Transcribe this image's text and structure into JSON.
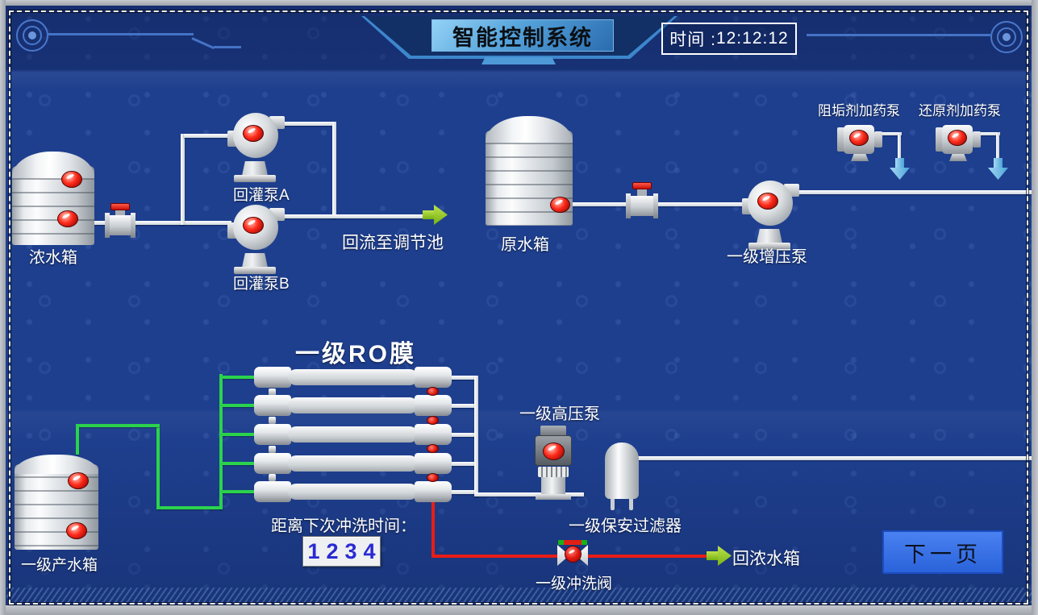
{
  "header": {
    "title": "智能控制系统",
    "time_label": "时间 :",
    "time_value": "12:12:12"
  },
  "station1": {
    "tank_label": "浓水箱",
    "pump_a_label": "回灌泵A",
    "pump_b_label": "回灌泵B",
    "flow_label": "回流至调节池"
  },
  "station2": {
    "tank_label": "原水箱",
    "pump_label": "一级增压泵"
  },
  "dosing": {
    "pump1_label": "阻垢剂加药泵",
    "pump2_label": "还原剂加药泵"
  },
  "ro": {
    "title": "一级RO膜",
    "high_pressure_pump_label": "一级高压泵",
    "filter_label": "一级保安过滤器",
    "flush_valve_label": "一级冲洗阀",
    "countdown_label": "距离下次冲洗时间：",
    "countdown_value": "1234",
    "concentrate_return_label": "回浓水箱",
    "product_tank_label": "一级产水箱"
  },
  "nav": {
    "next_page_label": "下一页"
  },
  "colors": {
    "background": "#1e3f8e",
    "pipe_white": "#e8eef4",
    "pipe_green": "#2bd34d",
    "pipe_red": "#e81d15",
    "alarm_red": "#e01810",
    "button_blue": "#2f6fe6",
    "title_plate_blue": "#55a2da"
  }
}
